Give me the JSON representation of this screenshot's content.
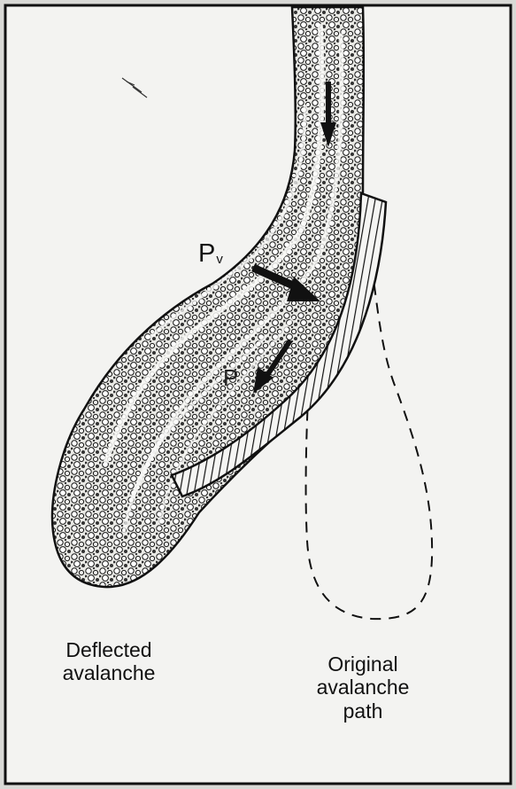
{
  "labels": {
    "deflected_line1": "Deflected",
    "deflected_line2": "avalanche",
    "original_line1": "Original",
    "original_line2": "avalanche",
    "original_line3": "path",
    "pv_main": "P",
    "pv_sub": "v",
    "p": "P"
  },
  "colors": {
    "background": "#d9d9d6",
    "panel": "#f3f3f1",
    "ink": "#111111"
  }
}
